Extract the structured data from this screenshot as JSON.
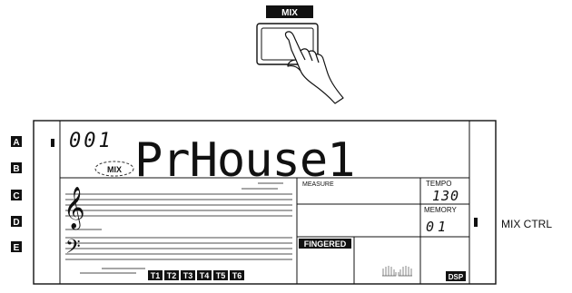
{
  "button": {
    "label": "MIX"
  },
  "row_markers": [
    "A",
    "B",
    "C",
    "D",
    "E"
  ],
  "lcd": {
    "number": "001",
    "style_name": "PrHouse1",
    "mix_indicator": "MIX",
    "measure_label": "MEASURE",
    "tempo_label": "TEMPO",
    "tempo_value": "130",
    "memory_label": "MEMORY",
    "memory_value": "01",
    "fingered_label": "FINGERED",
    "dsp_label": "DSP",
    "tracks": [
      "T1",
      "T2",
      "T3",
      "T4",
      "T5",
      "T6"
    ]
  },
  "callout": {
    "label": "MIX CTRL"
  }
}
